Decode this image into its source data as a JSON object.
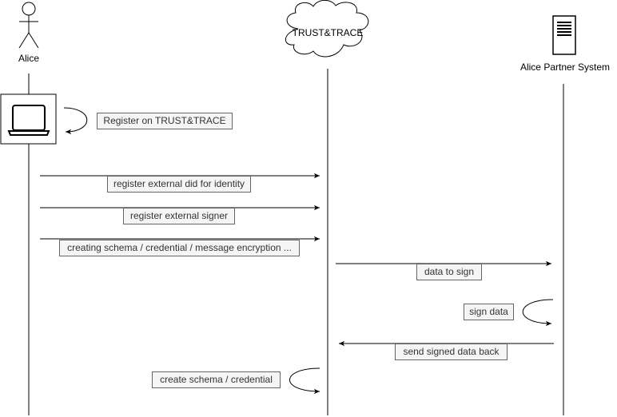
{
  "participants": {
    "alice": {
      "name": "Alice"
    },
    "trust_trace": {
      "name": "TRUST&TRACE"
    },
    "partner": {
      "name": "Alice Partner System"
    }
  },
  "messages": {
    "register_self": "Register on TRUST&TRACE",
    "register_did": "register external did for identity",
    "register_signer": "register external signer",
    "creating_schema": "creating schema / credential / message encryption ...",
    "data_to_sign": "data to sign",
    "sign_data": "sign data",
    "send_signed_back": "send signed data back",
    "create_schema": "create schema / credential"
  },
  "colors": {
    "line": "#000000",
    "label_bg": "#f5f5f5",
    "label_border": "#666666",
    "label_text": "#333333"
  },
  "icons": {
    "alice": "stick-figure-icon",
    "laptop": "laptop-icon",
    "trust_trace": "cloud-icon",
    "partner": "server-icon"
  }
}
